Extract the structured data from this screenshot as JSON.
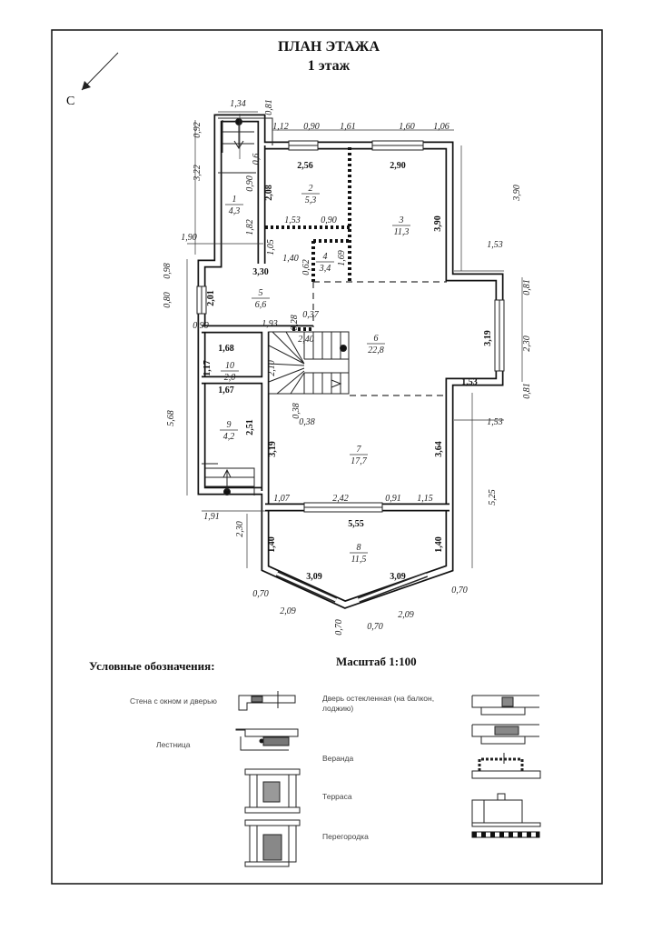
{
  "title": "ПЛАН ЭТАЖА",
  "subtitle": "1 этаж",
  "north_label": "С",
  "scale_label": "Масштаб 1:100",
  "rooms": [
    {
      "number": "1",
      "area": "4,3"
    },
    {
      "number": "2",
      "area": "5,3"
    },
    {
      "number": "3",
      "area": "11,3"
    },
    {
      "number": "4",
      "area": "3,4"
    },
    {
      "number": "5",
      "area": "6,6"
    },
    {
      "number": "6",
      "area": "22,8"
    },
    {
      "number": "7",
      "area": "17,7"
    },
    {
      "number": "8",
      "area": "11,5"
    },
    {
      "number": "9",
      "area": "4,2"
    },
    {
      "number": "10",
      "area": "2,0"
    }
  ],
  "dims": [
    "1,34",
    "0,81",
    "0,92",
    "3,22",
    "1,12",
    "0,90",
    "1,61",
    "1,60",
    "1,06",
    "2,56",
    "2,90",
    "0,6",
    "0,90",
    "2,08",
    "1,82",
    "3,90",
    "3,90",
    "1,53",
    "0,90",
    "1,90",
    "1,05",
    "1,40",
    "1,69",
    "0,62",
    "3,30",
    "0,98",
    "0,80",
    "2,01",
    "1,53",
    "0,81",
    "2,30",
    "0,81",
    "3,19",
    "1,53",
    "1,53",
    "0,90",
    "1,93",
    "0,28",
    "0,37",
    "2,40",
    "2,10",
    "0,38",
    "0,38",
    "1,68",
    "1,17",
    "1,67",
    "2,51",
    "5,68",
    "3,19",
    "3,64",
    "5,25",
    "1,07",
    "2,42",
    "0,91",
    "1,15",
    "5,55",
    "1,91",
    "2,30",
    "1,40",
    "1,40",
    "3,09",
    "3,09",
    "0,70",
    "2,09",
    "0,70",
    "0,70",
    "2,09",
    "0,70"
  ],
  "legend": {
    "heading": "Условные обозначения:",
    "items": [
      {
        "label": "Стена с окном и дверью"
      },
      {
        "label": "Лестница"
      },
      {
        "label_line1": "Дверь остекленная (на балкон,",
        "label_line2": "лоджию)"
      },
      {
        "label": "Веранда"
      },
      {
        "label": "Терраса"
      },
      {
        "label": "Перегородка"
      }
    ]
  }
}
